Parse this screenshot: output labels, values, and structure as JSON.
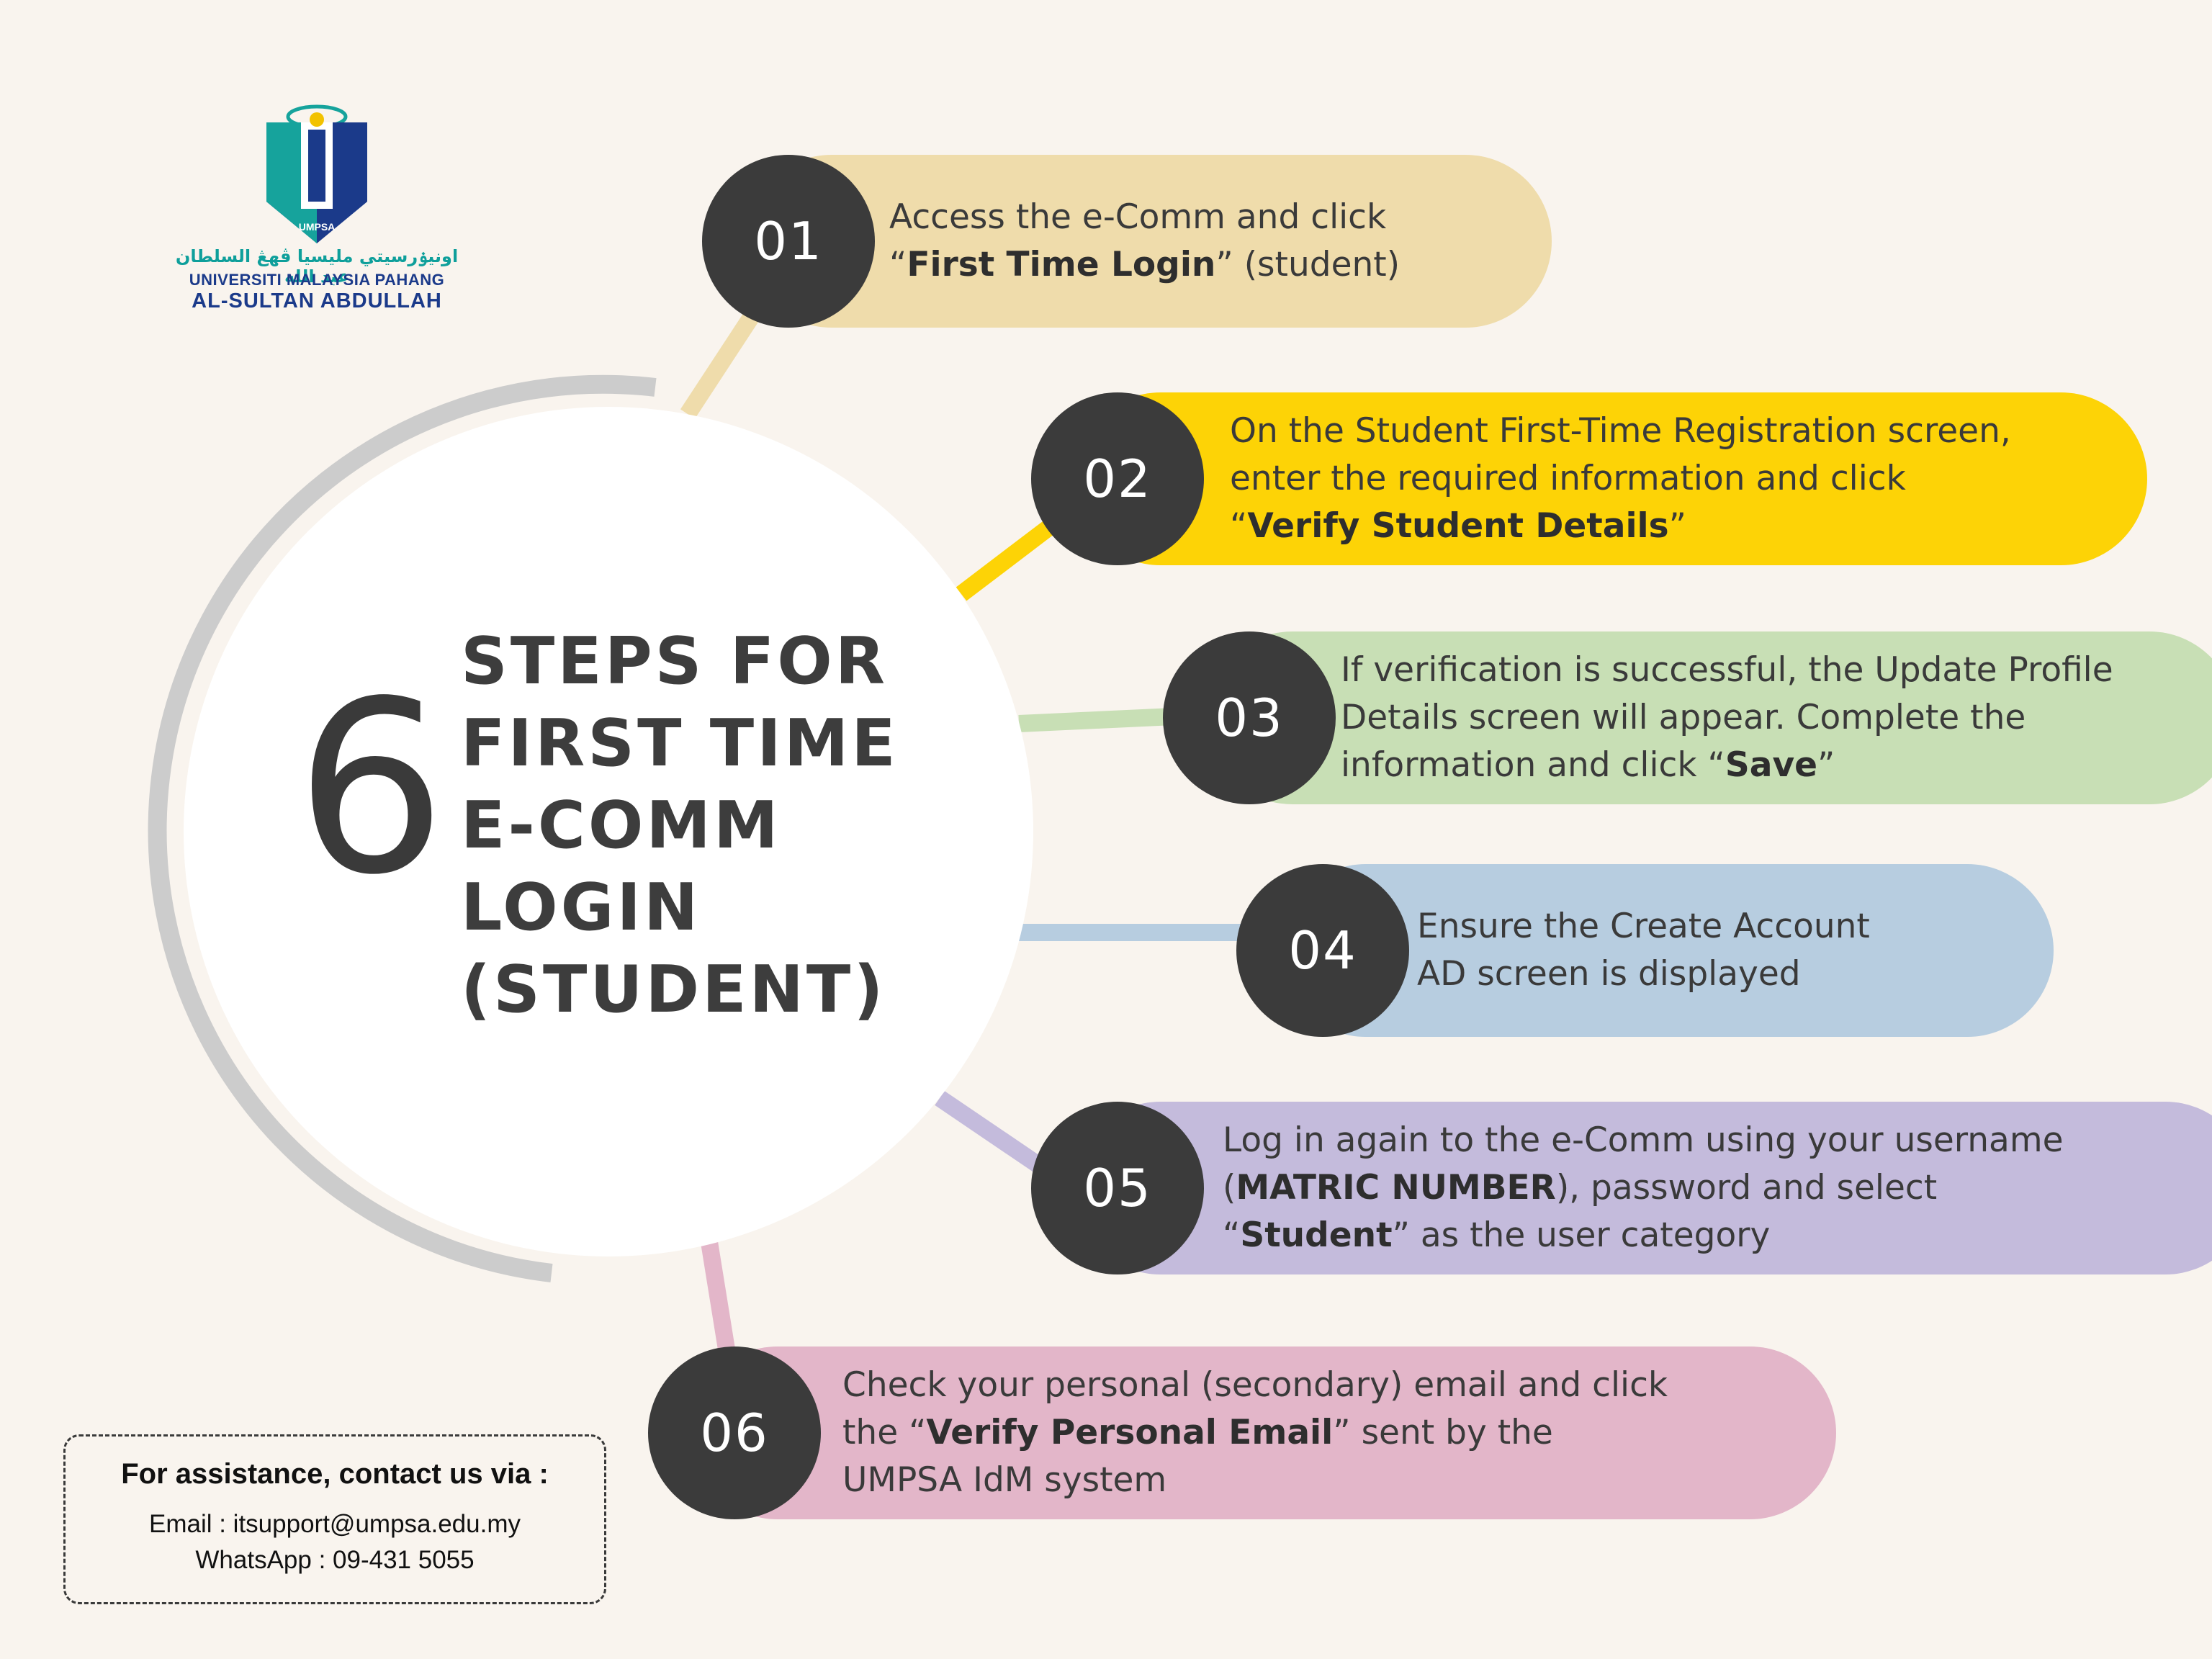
{
  "logo": {
    "badge_text": "UMPSA",
    "arabic": "اونيۏرسيتي مليسيا ڤهڠ السلطان عبد الله",
    "line1": "UNIVERSITI MALAYSIA PAHANG",
    "line2": "AL-SULTAN ABDULLAH"
  },
  "title": {
    "number": "6",
    "lines": [
      "STEPS FOR",
      "FIRST TIME",
      "E-COMM",
      "LOGIN",
      "(STUDENT)"
    ]
  },
  "colors": {
    "step1": "#efdcab",
    "step2": "#fdd306",
    "step3": "#c8dfb5",
    "step4": "#b7cde0",
    "step5": "#c4bbdc",
    "step6": "#e3b6c9",
    "badge": "#3b3b3b",
    "ring": "#cccccc"
  },
  "steps": [
    {
      "number": "01",
      "lines": [
        [
          {
            "t": "Access the e-Comm and click"
          }
        ],
        [
          {
            "t": "“"
          },
          {
            "t": "First Time Login",
            "b": true
          },
          {
            "t": "” (student)"
          }
        ]
      ]
    },
    {
      "number": "02",
      "lines": [
        [
          {
            "t": "On the Student First-Time Registration screen,"
          }
        ],
        [
          {
            "t": "enter the required information and click"
          }
        ],
        [
          {
            "t": "“"
          },
          {
            "t": "Verify Student Details",
            "b": true
          },
          {
            "t": "”"
          }
        ]
      ]
    },
    {
      "number": "03",
      "lines": [
        [
          {
            "t": "If verification is successful, the Update Profile"
          }
        ],
        [
          {
            "t": "Details screen will appear. Complete the"
          }
        ],
        [
          {
            "t": "information and click “"
          },
          {
            "t": "Save",
            "b": true
          },
          {
            "t": "”"
          }
        ]
      ]
    },
    {
      "number": "04",
      "lines": [
        [
          {
            "t": "Ensure the Create Account"
          }
        ],
        [
          {
            "t": "AD screen is displayed"
          }
        ]
      ]
    },
    {
      "number": "05",
      "lines": [
        [
          {
            "t": "Log in again to the e-Comm using your username"
          }
        ],
        [
          {
            "t": "("
          },
          {
            "t": "MATRIC NUMBER",
            "b": true
          },
          {
            "t": "), password and select"
          }
        ],
        [
          {
            "t": "“"
          },
          {
            "t": "Student",
            "b": true
          },
          {
            "t": "” as the user category"
          }
        ]
      ]
    },
    {
      "number": "06",
      "lines": [
        [
          {
            "t": "Check your personal (secondary) email and click"
          }
        ],
        [
          {
            "t": "the “"
          },
          {
            "t": "Verify Personal Email",
            "b": true
          },
          {
            "t": "” sent by the"
          }
        ],
        [
          {
            "t": "UMPSA IdM system"
          }
        ]
      ]
    }
  ],
  "contact": {
    "title": "For assistance, contact us via :",
    "email": "Email : itsupport@umpsa.edu.my",
    "whatsapp": "WhatsApp : 09-431 5055"
  }
}
